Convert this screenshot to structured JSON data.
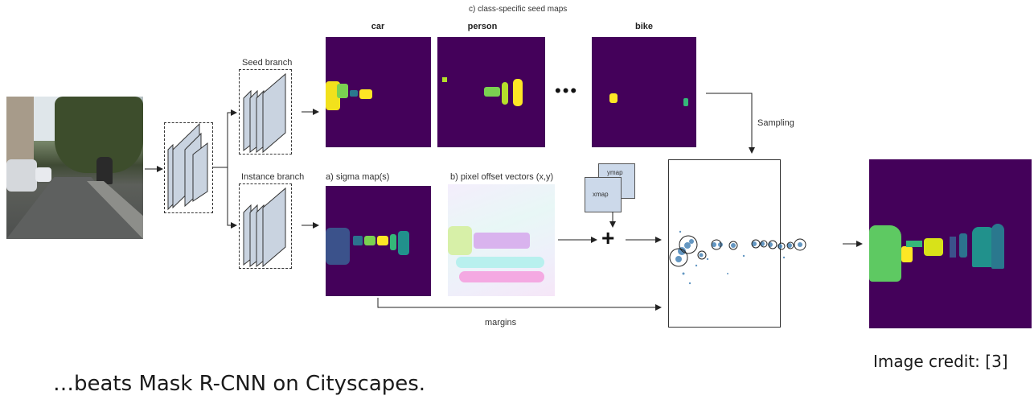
{
  "diagram": {
    "seed_maps_title": "c) class-specific seed maps",
    "classes": {
      "car": "car",
      "person": "person",
      "ellipsis": "•••",
      "bike": "bike"
    },
    "branches": {
      "seed": "Seed branch",
      "instance": "Instance branch"
    },
    "sigma_label": "a)  sigma map(s)",
    "offset_label": "b) pixel offset vectors (x,y)",
    "ymap_label": "ymap",
    "xmap_label": "xmap",
    "plus_symbol": "+",
    "sampling_label": "Sampling",
    "margins_label": "margins"
  },
  "slide": {
    "caption": "…beats Mask R-CNN on Cityscapes.",
    "credit": "Image credit: [3]"
  },
  "colors": {
    "map_background": "#44015a",
    "arrow": "#222222"
  }
}
